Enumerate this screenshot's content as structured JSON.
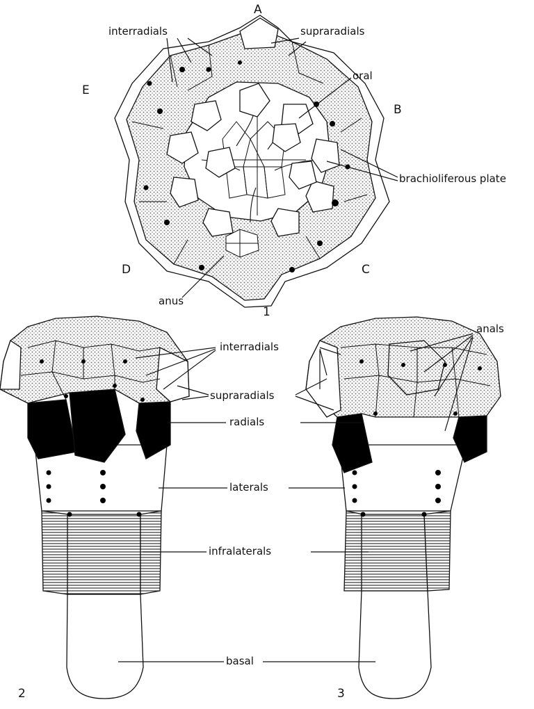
{
  "figure": {
    "panel_numbers": {
      "p1": "1",
      "p2": "2",
      "p3": "3"
    },
    "ray_letters": {
      "a": "A",
      "b": "B",
      "c": "C",
      "d": "D",
      "e": "E"
    },
    "panel1_labels": {
      "interradials": "interradials",
      "supraradials": "supraradials",
      "oral": "oral",
      "brachioliferous_plate": "brachioliferous plate",
      "anus": "anus"
    },
    "panel23_labels": {
      "anals": "anals",
      "interradials": "interradials",
      "supraradials": "supraradials",
      "radials": "radials",
      "laterals": "laterals",
      "infralaterals": "infralaterals",
      "basal": "basal"
    }
  },
  "colors": {
    "ink": "#111111",
    "stipple": "#bdbdbd",
    "radial_fill": "#000000",
    "hatch": "#6e6e6e"
  }
}
